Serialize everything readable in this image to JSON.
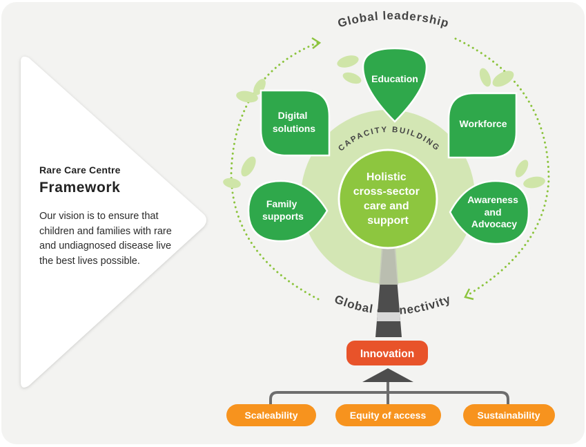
{
  "sidebar": {
    "subtitle": "Rare Care Centre",
    "title": "Framework",
    "vision": "Our vision is to ensure that children and families with rare and undiagnosed disease live the best lives possible."
  },
  "diagram": {
    "arc_top": "Global leadership",
    "arc_bottom": "Global connectivity",
    "capacity": "CAPACITY BUILDING",
    "core": [
      "Holistic",
      "cross-sector",
      "care and",
      "support"
    ],
    "leaves": {
      "education": [
        "Education"
      ],
      "digital": [
        "Digital",
        "solutions"
      ],
      "workforce": [
        "Workforce"
      ],
      "family": [
        "Family",
        "supports"
      ],
      "awareness": [
        "Awareness",
        "and",
        "Advocacy"
      ]
    },
    "innovation": "Innovation",
    "pillars": {
      "scaleability": "Scaleability",
      "equity": "Equity of access",
      "sustainability": "Sustainability"
    }
  },
  "colors": {
    "panel": "#f3f3f1",
    "leaf_green": "#2fa84b",
    "core_green": "#8dc63f",
    "halo_green": "#d3e6b4",
    "small_leaf": "#cfe5a8",
    "dotted_green": "#8cc43e",
    "trunk": "#4d4d4d",
    "innovation": "#e8532a",
    "pillar_orange": "#f7931e",
    "arc_text": "#444444"
  }
}
